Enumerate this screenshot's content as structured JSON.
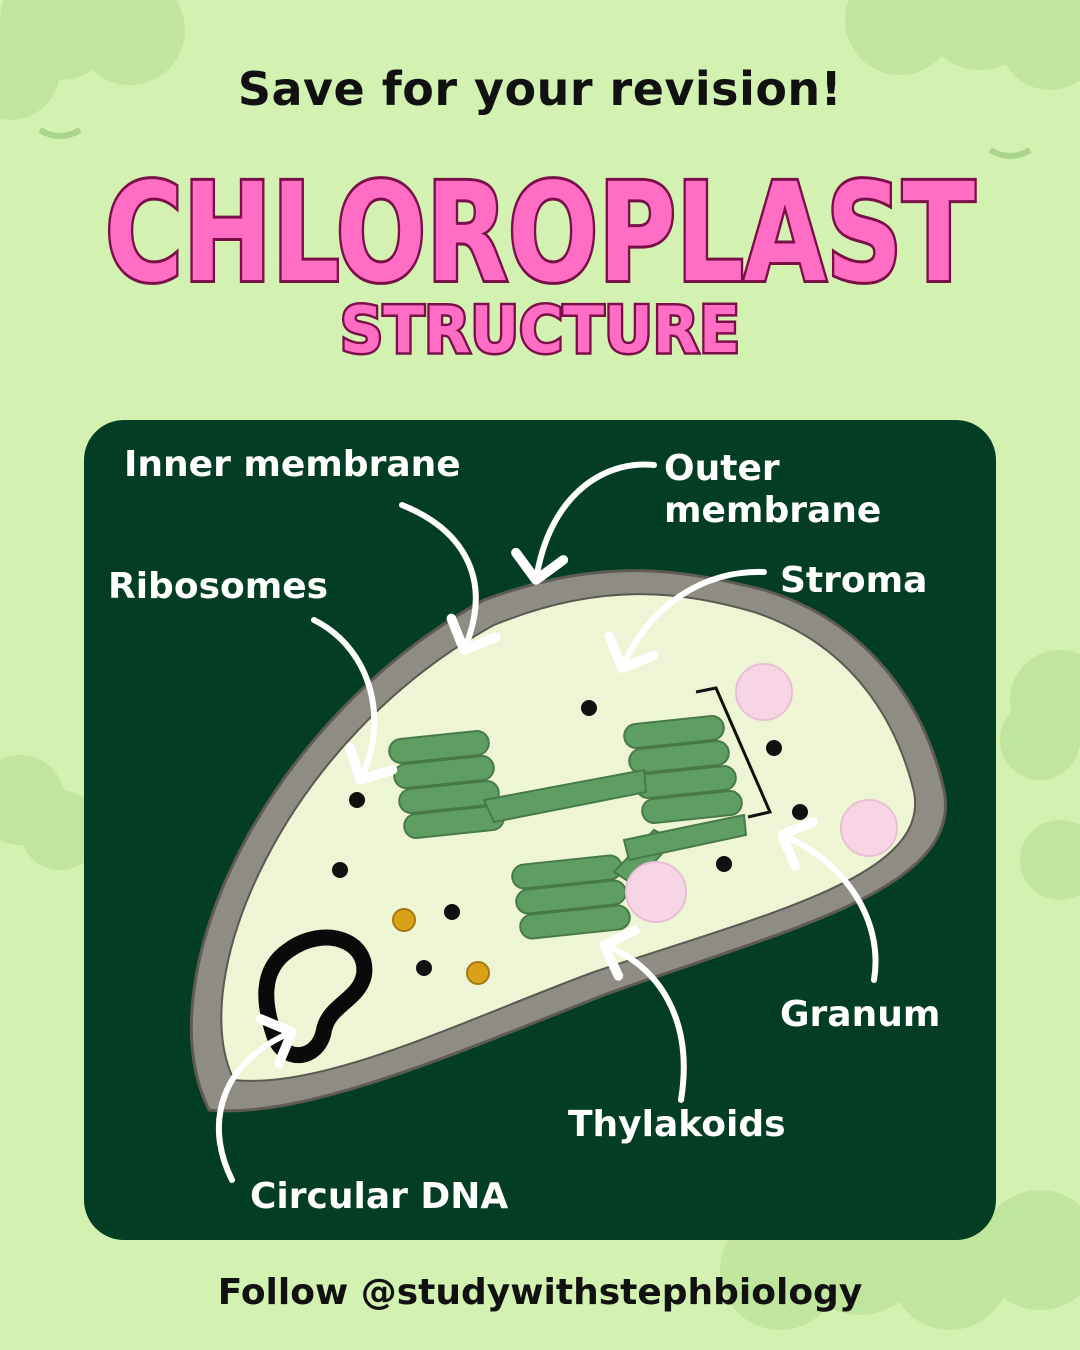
{
  "header": {
    "subtitle": "Save for your revision!",
    "title": "CHLOROPLAST",
    "title_sub": "STRUCTURE"
  },
  "labels": {
    "inner_membrane": "Inner membrane",
    "outer_membrane_1": "Outer",
    "outer_membrane_2": "membrane",
    "ribosomes": "Ribosomes",
    "stroma": "Stroma",
    "granum": "Granum",
    "thylakoids": "Thylakoids",
    "circular_dna": "Circular DNA"
  },
  "footer": {
    "text": "Follow @studywithstephbiology"
  },
  "colors": {
    "background": "#d3f2b2",
    "panel": "#023d24",
    "title_pink": "#ff6ec4",
    "title_outline": "#7a1048",
    "stroma_fill": "#eef5d4",
    "membrane": "#8f8c84",
    "thylakoid": "#5f9e62",
    "pompom": "#f6d6e4"
  }
}
